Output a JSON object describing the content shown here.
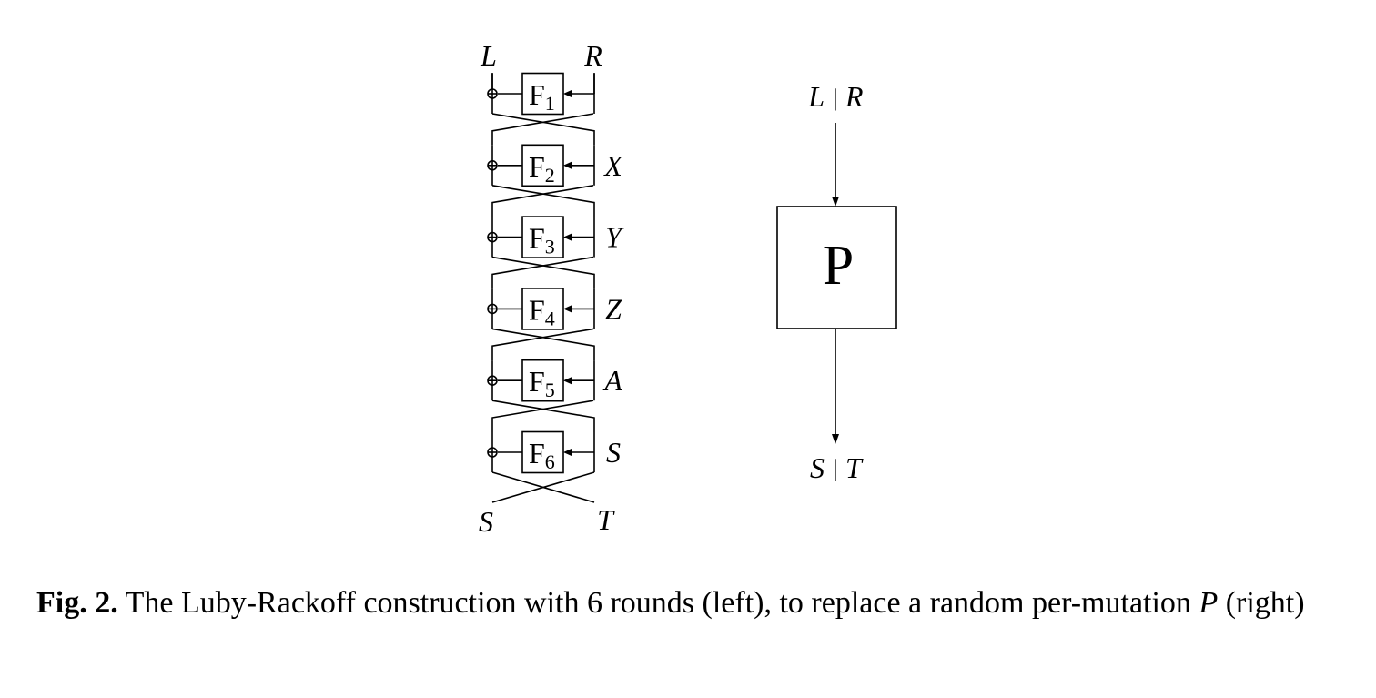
{
  "left_diagram": {
    "top_left": "L",
    "top_right": "R",
    "bottom_left": "S",
    "bottom_right": "T",
    "rounds": [
      {
        "func": "F",
        "sub": "1",
        "side": ""
      },
      {
        "func": "F",
        "sub": "2",
        "side": "X"
      },
      {
        "func": "F",
        "sub": "3",
        "side": "Y"
      },
      {
        "func": "F",
        "sub": "4",
        "side": "Z"
      },
      {
        "func": "F",
        "sub": "5",
        "side": "A"
      },
      {
        "func": "F",
        "sub": "6",
        "side": "S"
      }
    ]
  },
  "right_diagram": {
    "input_left": "L",
    "input_sep": "|",
    "input_right": "R",
    "box_label": "P",
    "output_left": "S",
    "output_sep": "|",
    "output_right": "T"
  },
  "caption": {
    "label": "Fig. 2.",
    "text_before": " The Luby-Rackoff construction with 6 rounds (left), to replace a random per-mutation ",
    "math": "P",
    "text_after": " (right)"
  }
}
